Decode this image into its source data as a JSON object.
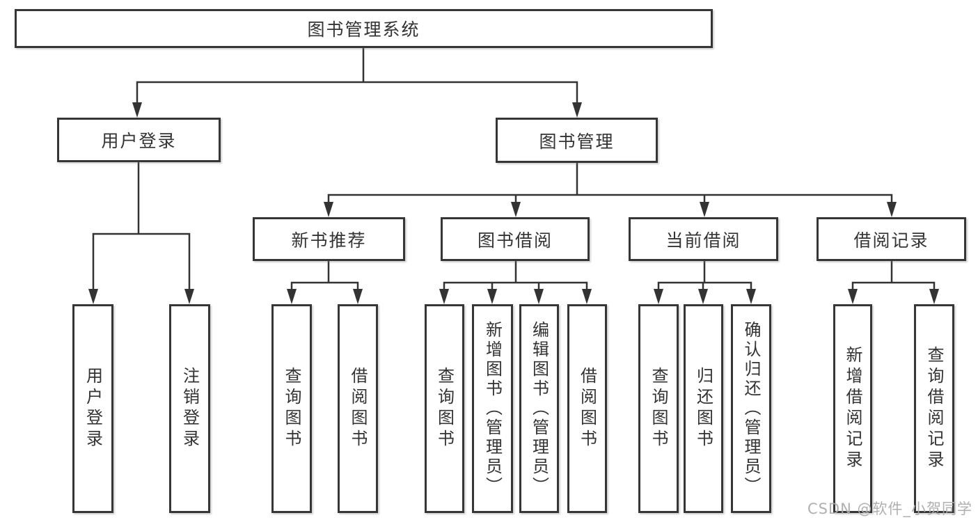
{
  "watermark": "CSDN @软件_小贺同学",
  "colors": {
    "line": "#333333",
    "border": "#363636",
    "text": "#333333",
    "watermark": "#acacac",
    "background": "#ffffff"
  },
  "tree": {
    "label": "图书管理系统",
    "children": [
      {
        "label": "用户登录",
        "children": [
          {
            "label": "用户登录"
          },
          {
            "label": "注销登录"
          }
        ]
      },
      {
        "label": "图书管理",
        "children": [
          {
            "label": "新书推荐",
            "children": [
              {
                "label": "查询图书"
              },
              {
                "label": "借阅图书"
              }
            ]
          },
          {
            "label": "图书借阅",
            "children": [
              {
                "label": "查询图书"
              },
              {
                "label": "新增图书（管理员）"
              },
              {
                "label": "编辑图书（管理员）"
              },
              {
                "label": "借阅图书"
              }
            ]
          },
          {
            "label": "当前借阅",
            "children": [
              {
                "label": "查询图书"
              },
              {
                "label": "归还图书"
              },
              {
                "label": "确认归还（管理员）"
              }
            ]
          },
          {
            "label": "借阅记录",
            "children": [
              {
                "label": "新增借阅记录"
              },
              {
                "label": "查询借阅记录"
              }
            ]
          }
        ]
      }
    ]
  }
}
